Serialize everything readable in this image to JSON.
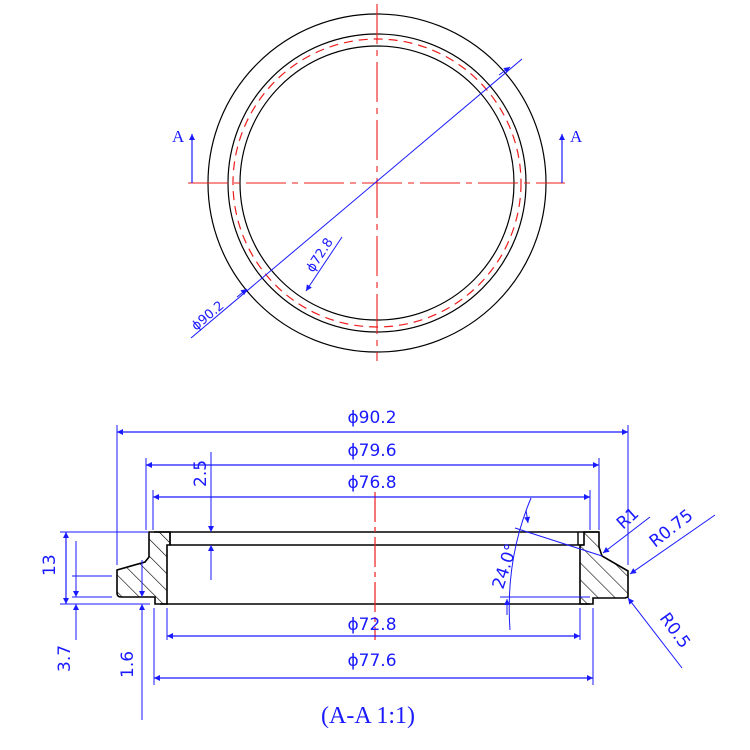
{
  "colors": {
    "outline": "#000000",
    "dimension": "#1a1aff",
    "centerline": "#ee1c1c",
    "background": "#ffffff"
  },
  "top_view": {
    "section_marker_left": "A",
    "section_marker_right": "A",
    "dim_outer": "ϕ90.2",
    "dim_inner": "ϕ72.8"
  },
  "section_view": {
    "dims_top": [
      "ϕ90.2",
      "ϕ79.6",
      "ϕ76.8"
    ],
    "dims_bottom": [
      "ϕ72.8",
      "ϕ77.6"
    ],
    "dim_step": "2.5",
    "dim_height": "13",
    "dim_lip": "3.7",
    "dim_flange": "1.6",
    "dim_angle": "24.0°",
    "radius_1": "R1",
    "radius_2": "R0.75",
    "radius_3": "R0.5",
    "caption": "(A-A 1:1)"
  }
}
